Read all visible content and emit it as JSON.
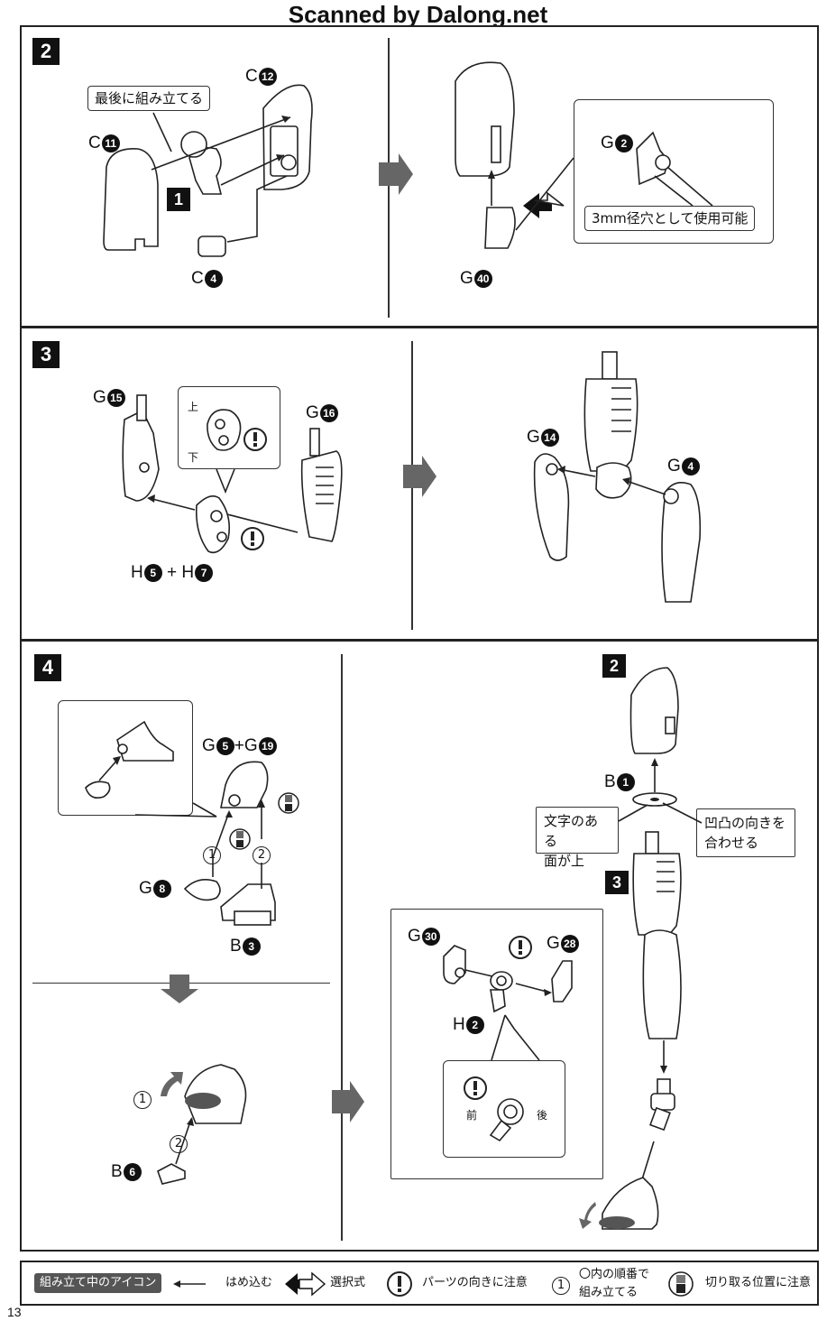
{
  "watermark": "Scanned by Dalong.net",
  "page_number": "13",
  "step2": {
    "number": "2",
    "note_last_assemble": "最後に組み立てる",
    "sub_number": "1",
    "labels": {
      "c12": {
        "prefix": "C",
        "num": "12"
      },
      "c11": {
        "prefix": "C",
        "num": "11"
      },
      "c4": {
        "prefix": "C",
        "num": "4"
      },
      "g2": {
        "prefix": "G",
        "num": "2"
      },
      "g40": {
        "prefix": "G",
        "num": "40"
      }
    },
    "note_3mm": "3mm径穴として使用可能"
  },
  "step3": {
    "number": "3",
    "labels": {
      "g15": {
        "prefix": "G",
        "num": "15"
      },
      "g16": {
        "prefix": "G",
        "num": "16"
      },
      "g14": {
        "prefix": "G",
        "num": "14"
      },
      "g4": {
        "prefix": "G",
        "num": "4"
      },
      "h5h7": {
        "a_prefix": "H",
        "a_num": "5",
        "plus": "+",
        "b_prefix": "H",
        "b_num": "7"
      }
    },
    "callout_up": "上",
    "callout_down": "下"
  },
  "step4": {
    "number": "4",
    "labels": {
      "g5g19": {
        "a_prefix": "G",
        "a_num": "5",
        "plus": "+",
        "b_prefix": "G",
        "b_num": "19"
      },
      "g8": {
        "prefix": "G",
        "num": "8"
      },
      "b3": {
        "prefix": "B",
        "num": "3"
      },
      "b6": {
        "prefix": "B",
        "num": "6"
      },
      "b1": {
        "prefix": "B",
        "num": "1"
      },
      "g30": {
        "prefix": "G",
        "num": "30"
      },
      "g28": {
        "prefix": "G",
        "num": "28"
      },
      "h2": {
        "prefix": "H",
        "num": "2"
      }
    },
    "order_1": "1",
    "order_2": "2",
    "ref_step2": "2",
    "ref_step3": "3",
    "note_text_face_up_1": "文字のある",
    "note_text_face_up_2": "面が上",
    "note_align_1": "凹凸の向きを",
    "note_align_2": "合わせる",
    "callout_front": "前",
    "callout_back": "後"
  },
  "legend": {
    "title": "組み立て中のアイコン",
    "press_in": "はめ込む",
    "choice": "選択式",
    "orientation": "パーツの向きに注意",
    "order_1": "〇内の順番で",
    "order_2": "組み立てる",
    "cut_position": "切り取る位置に注意",
    "order_icon_num": "1"
  }
}
